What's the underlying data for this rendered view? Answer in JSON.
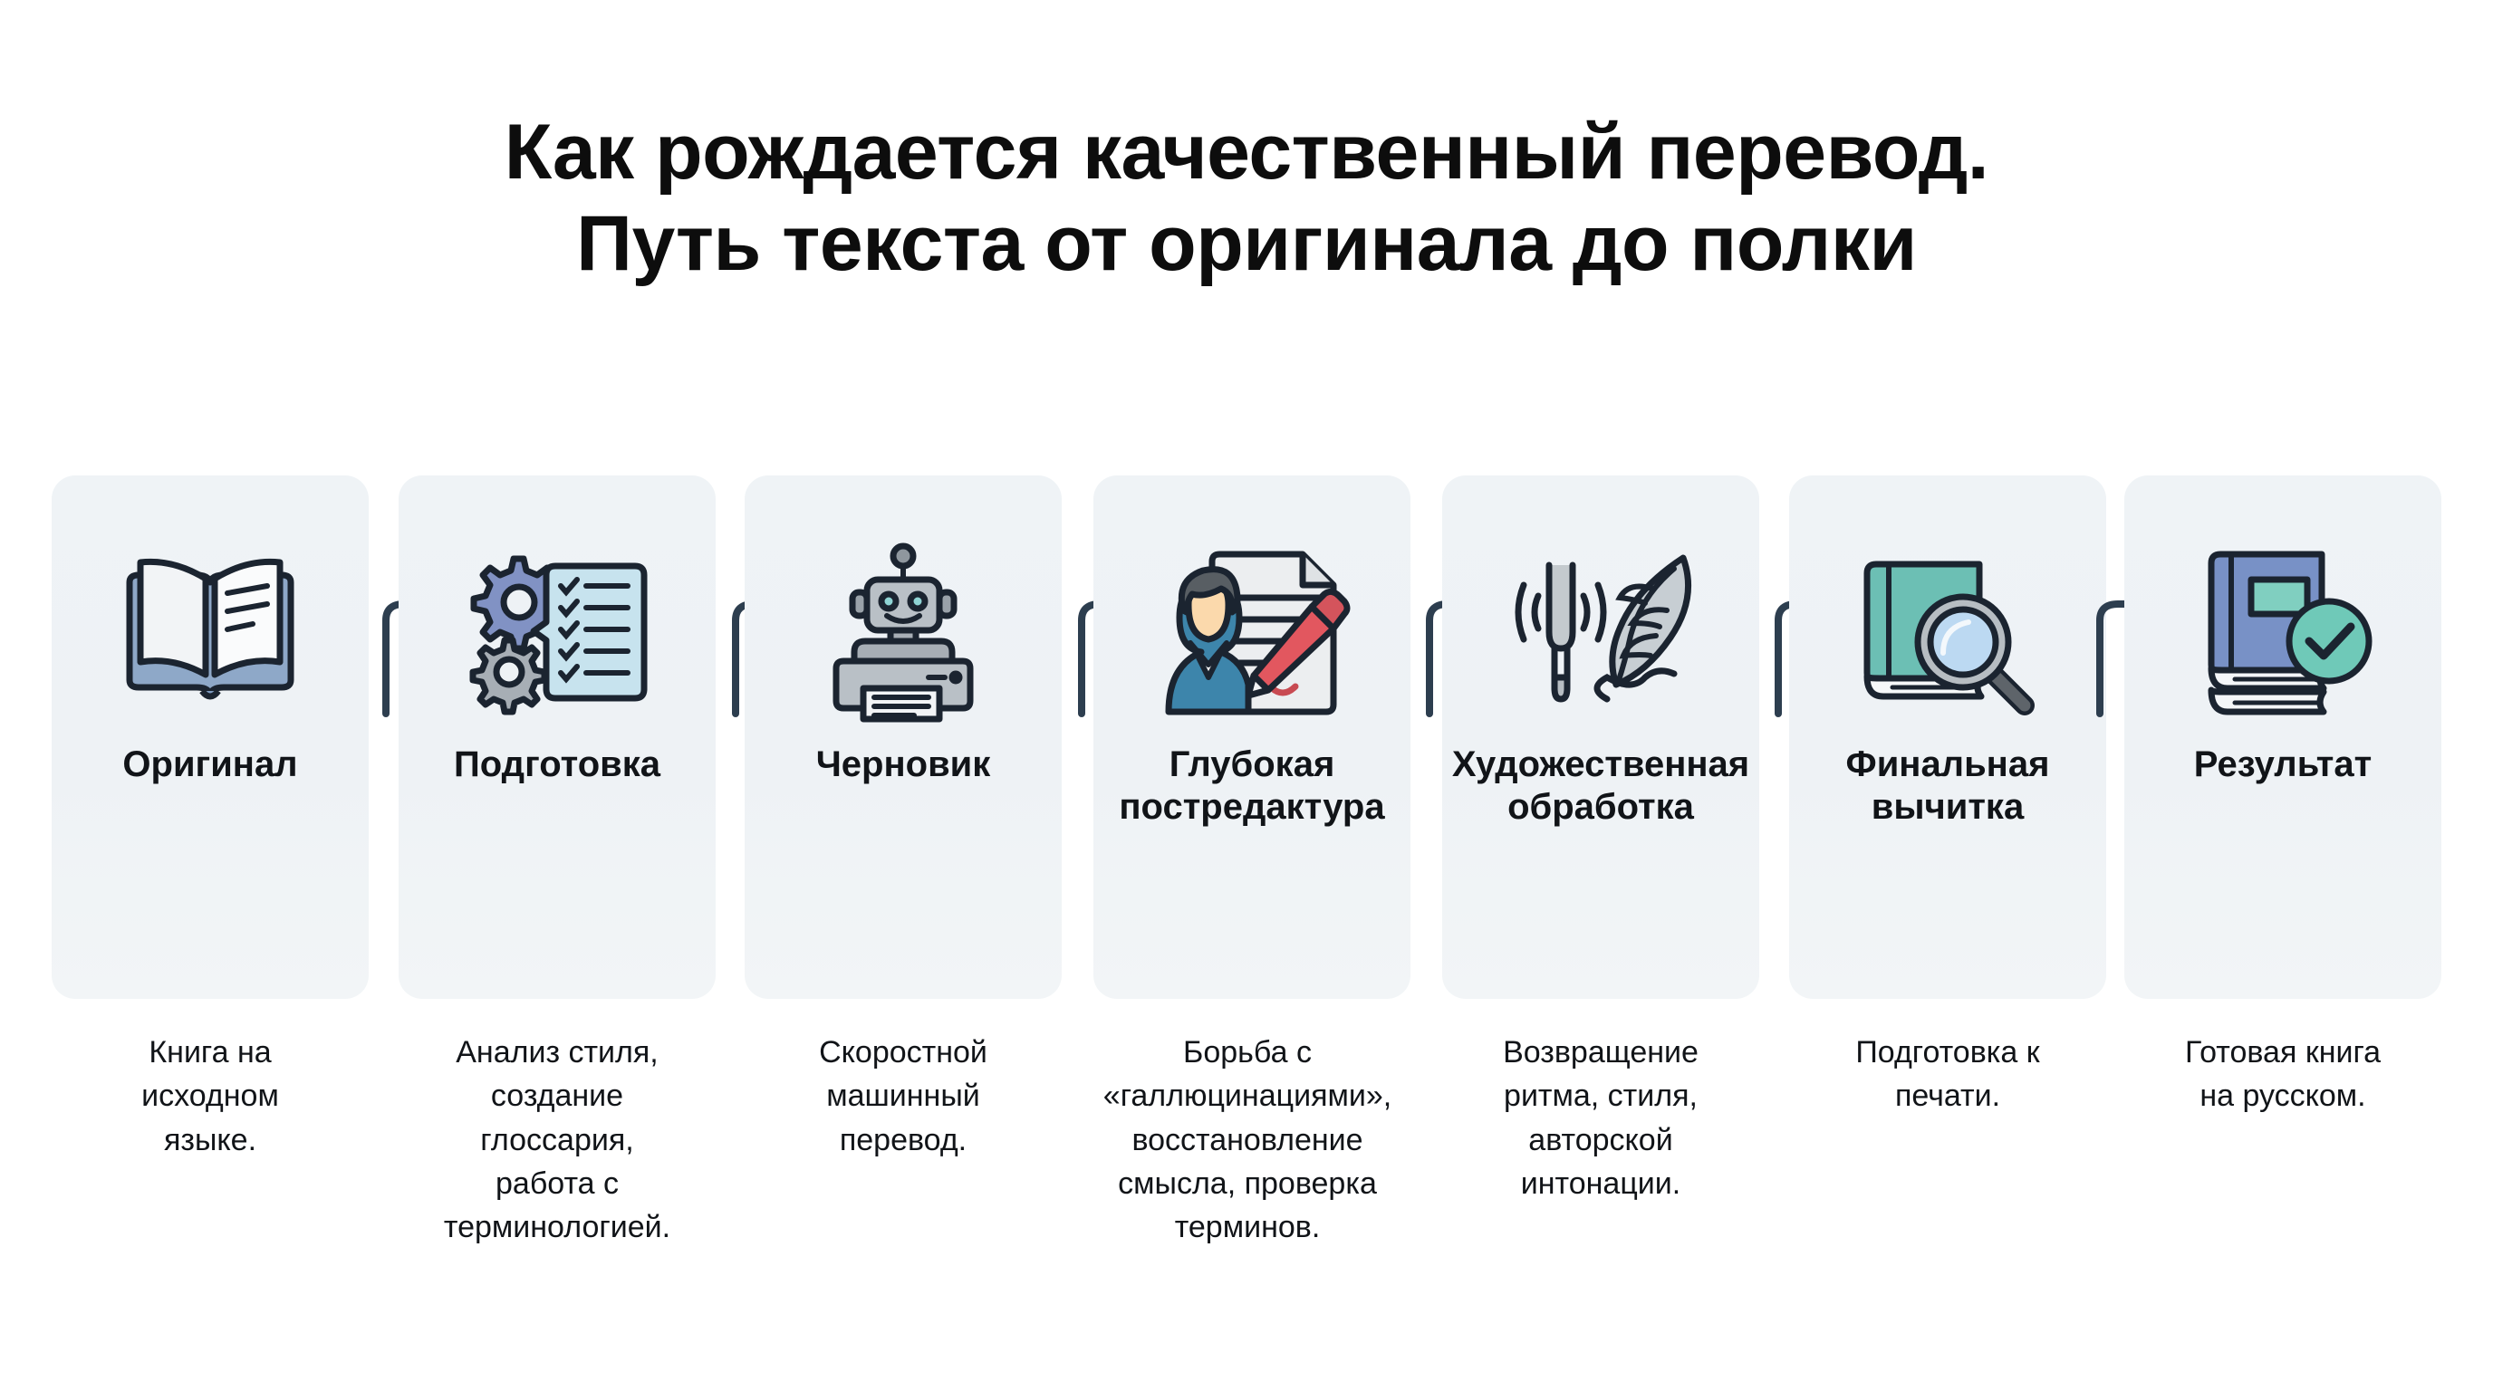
{
  "title": {
    "line1": "Как рождается качественный перевод.",
    "line2": "Путь текста от оригинала до полки"
  },
  "colors": {
    "background": "#ffffff",
    "card_background": "#eef2f5",
    "text_primary": "#111418",
    "arrow": "#2d3e4f",
    "accent_blue": "#7b8fc4",
    "accent_teal": "#6cc3b4",
    "accent_red": "#e2575f",
    "accent_gray": "#9aa3ab"
  },
  "steps": [
    {
      "id": "original",
      "icon": "open-book-icon",
      "label": "Оригинал",
      "caption": "Книга на\nисходном\nязыке."
    },
    {
      "id": "preparation",
      "icon": "gears-checklist-icon",
      "label": "Подготовка",
      "caption": "Анализ стиля,\nсоздание\nглоссария,\nработа с\nтерминологией."
    },
    {
      "id": "draft",
      "icon": "robot-printer-icon",
      "label": "Черновик",
      "caption": "Скоростной\nмашинный\nперевод."
    },
    {
      "id": "deep-postediting",
      "icon": "editor-document-pencil-icon",
      "label": "Глубокая\nпостредактура",
      "caption": "Борьба с\n«галлюцинациями»,\nвосстановление\nсмысла, проверка\nтерминов."
    },
    {
      "id": "artistic-processing",
      "icon": "tuning-fork-feather-icon",
      "label": "Художественная\nобработка",
      "caption": "Возвращение\nритма, стиля,\nавторской\nинтонации."
    },
    {
      "id": "final-proofreading",
      "icon": "book-magnifier-icon",
      "label": "Финальная\nвычитка",
      "caption": "Подготовка к\nпечати."
    },
    {
      "id": "result",
      "icon": "book-check-badge-icon",
      "label": "Результат",
      "caption": "Готовая книга\nна русском."
    }
  ],
  "connectors": [
    {
      "id": "arrow-1-2",
      "icon": "elbow-arrow-right-icon"
    },
    {
      "id": "arrow-2-3",
      "icon": "elbow-arrow-right-icon"
    },
    {
      "id": "arrow-3-4",
      "icon": "elbow-arrow-right-icon"
    },
    {
      "id": "arrow-4-5",
      "icon": "elbow-arrow-right-icon"
    },
    {
      "id": "arrow-5-6",
      "icon": "elbow-arrow-right-icon"
    },
    {
      "id": "arrow-6-7",
      "icon": "elbow-arrow-right-icon"
    }
  ]
}
